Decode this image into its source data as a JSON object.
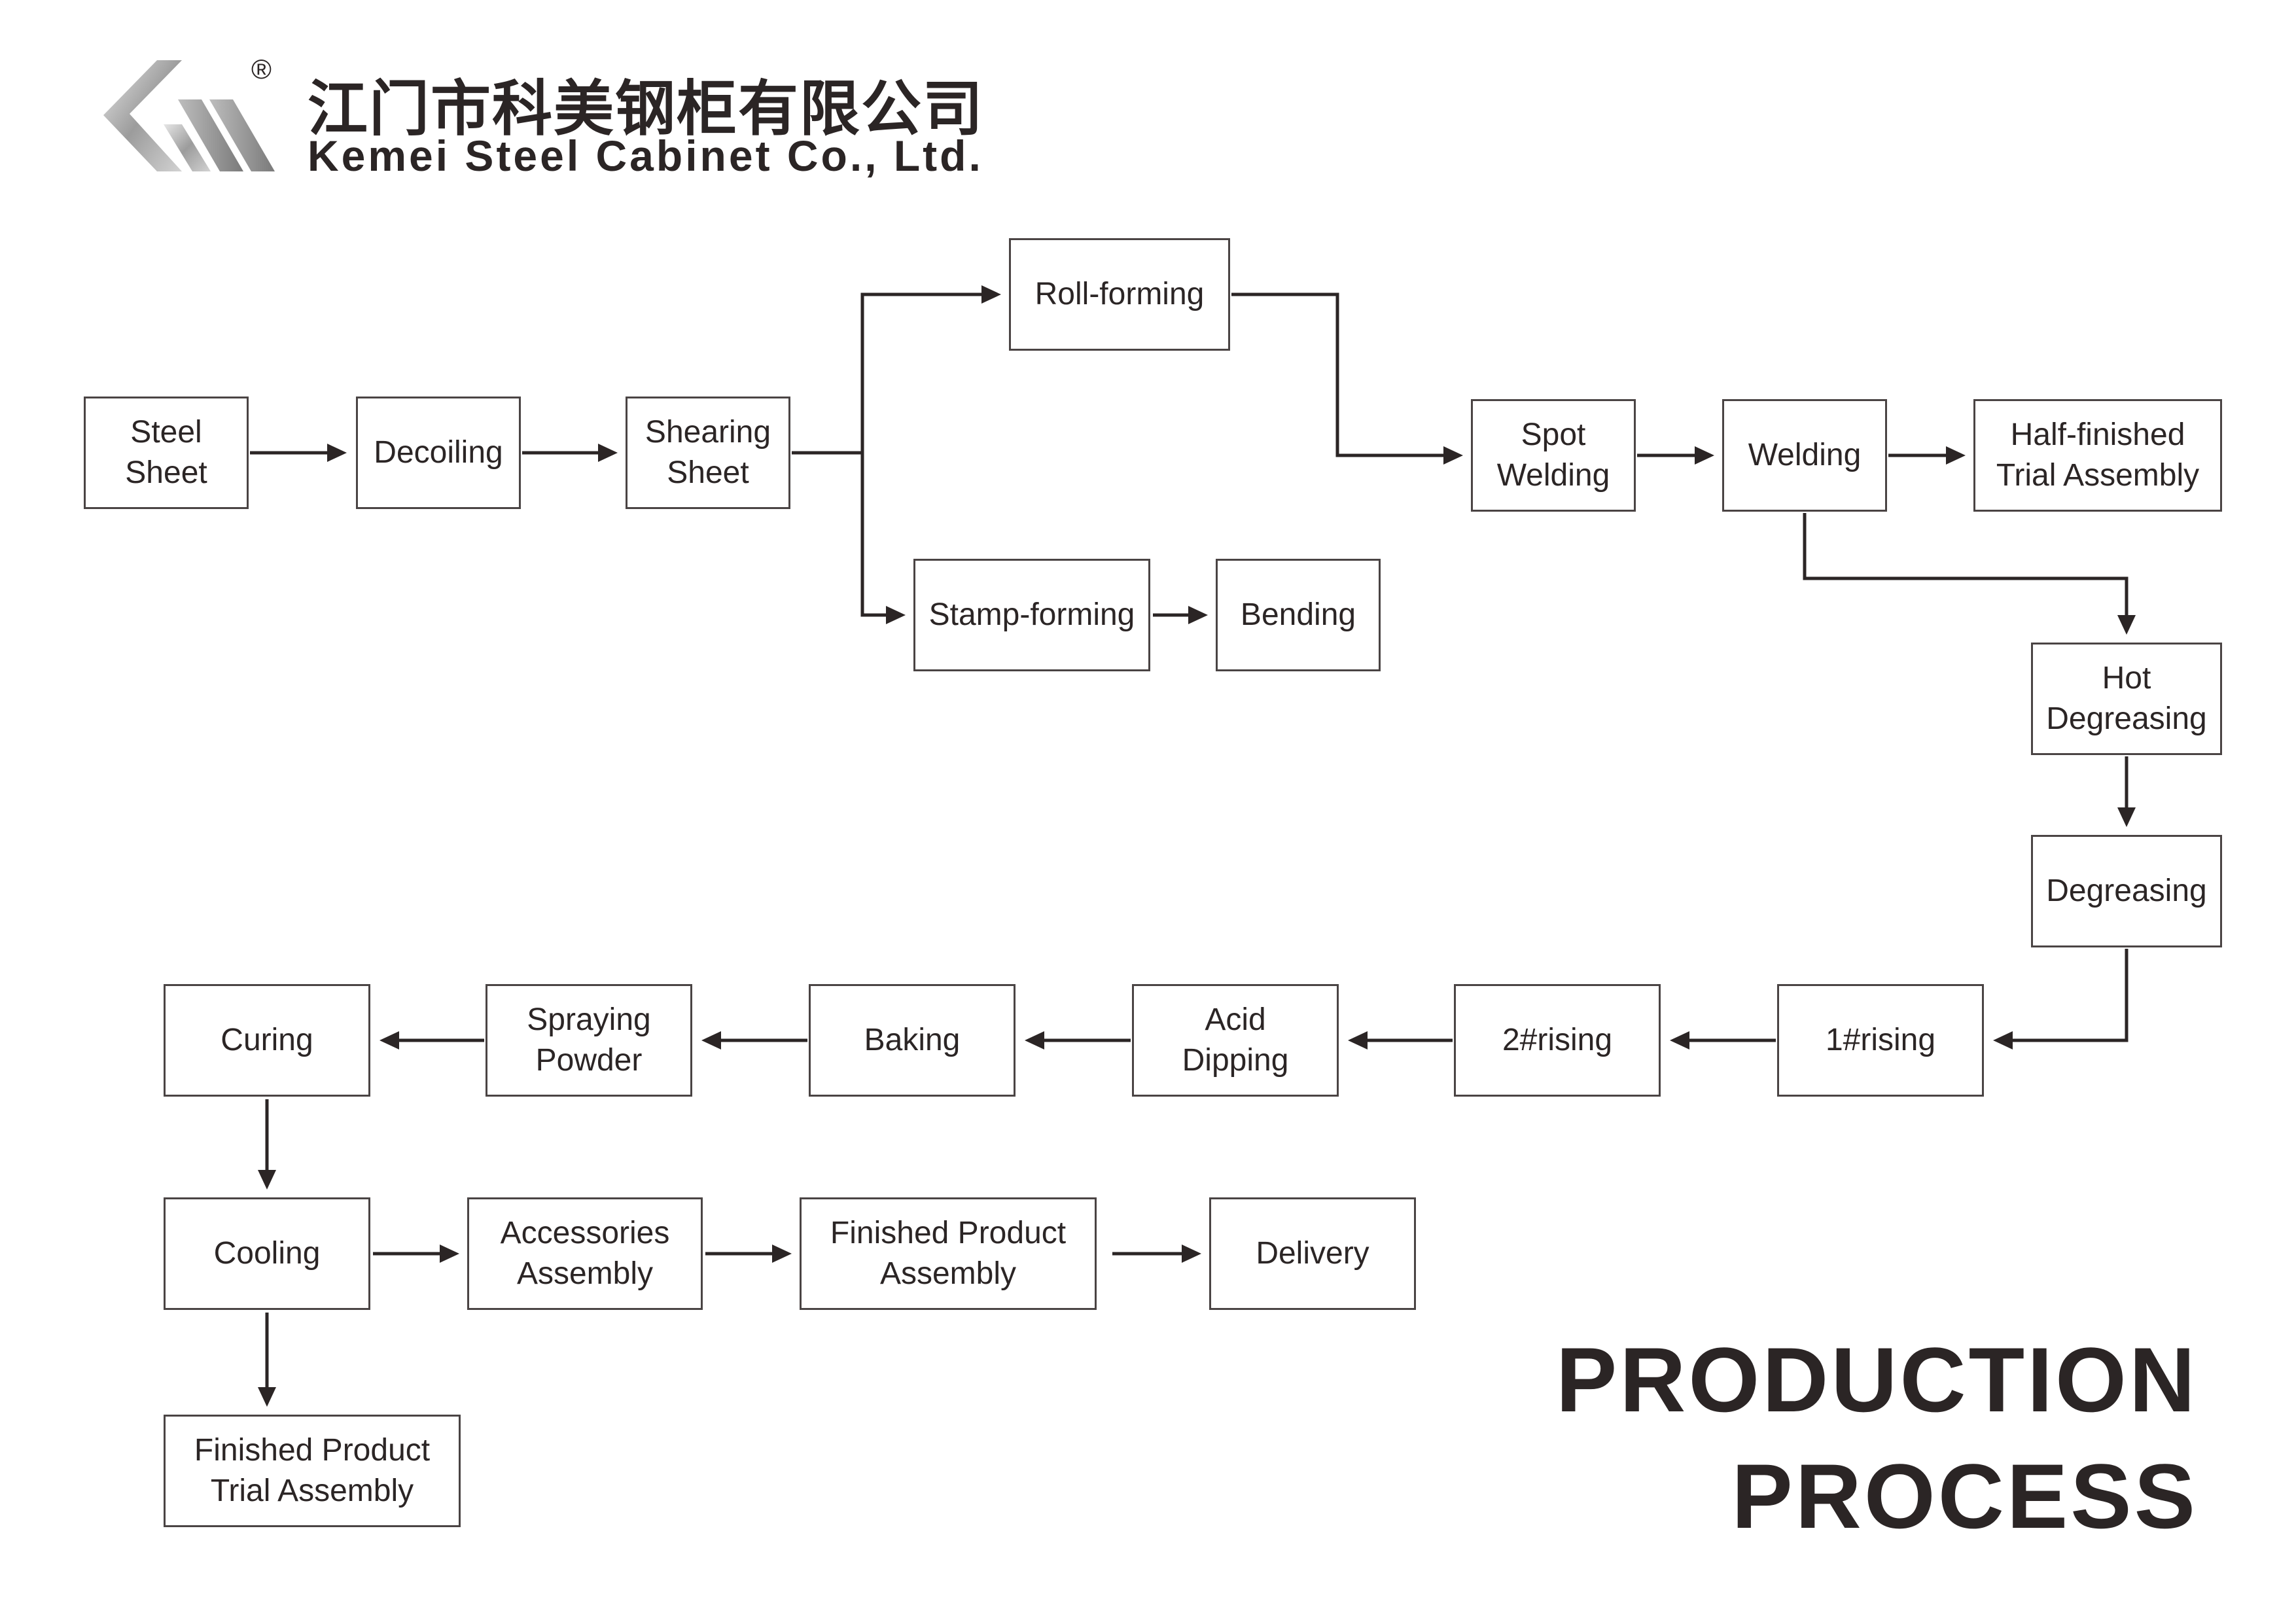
{
  "header": {
    "company_cn": "江门市科美钢柜有限公司",
    "company_en": "Kemei Steel Cabinet Co., Ltd.",
    "registered_mark": "®",
    "logo_icon": "kemei-chevron-logo"
  },
  "title": {
    "line1": "PRODUCTION",
    "line2": "PROCESS"
  },
  "colors": {
    "ink": "#2b2525",
    "border": "#4a4444",
    "background": "#ffffff"
  },
  "nodes": {
    "steel_sheet": "Steel\nSheet",
    "decoiling": "Decoiling",
    "shearing_sheet": "Shearing\nSheet",
    "roll_forming": "Roll-forming",
    "stamp_forming": "Stamp-forming",
    "bending": "Bending",
    "spot_welding": "Spot\nWelding",
    "welding": "Welding",
    "half_finished_trial_assembly": "Half-finished\nTrial Assembly",
    "hot_degreasing": "Hot\nDegreasing",
    "degreasing": "Degreasing",
    "rising_1": "1#rising",
    "rising_2": "2#rising",
    "acid_dipping": "Acid\nDipping",
    "baking": "Baking",
    "spraying_powder": "Spraying\nPowder",
    "curing": "Curing",
    "cooling": "Cooling",
    "accessories_assembly": "Accessories\nAssembly",
    "finished_product_assembly": "Finished Product\nAssembly",
    "delivery": "Delivery",
    "finished_product_trial_assembly": "Finished Product\nTrial Assembly"
  },
  "edges": [
    [
      "steel_sheet",
      "decoiling"
    ],
    [
      "decoiling",
      "shearing_sheet"
    ],
    [
      "shearing_sheet",
      "roll_forming"
    ],
    [
      "shearing_sheet",
      "stamp_forming"
    ],
    [
      "stamp_forming",
      "bending"
    ],
    [
      "roll_forming",
      "spot_welding"
    ],
    [
      "spot_welding",
      "welding"
    ],
    [
      "welding",
      "half_finished_trial_assembly"
    ],
    [
      "welding",
      "hot_degreasing"
    ],
    [
      "hot_degreasing",
      "degreasing"
    ],
    [
      "degreasing",
      "rising_1"
    ],
    [
      "rising_1",
      "rising_2"
    ],
    [
      "rising_2",
      "acid_dipping"
    ],
    [
      "acid_dipping",
      "baking"
    ],
    [
      "baking",
      "spraying_powder"
    ],
    [
      "spraying_powder",
      "curing"
    ],
    [
      "curing",
      "cooling"
    ],
    [
      "cooling",
      "accessories_assembly"
    ],
    [
      "accessories_assembly",
      "finished_product_assembly"
    ],
    [
      "finished_product_assembly",
      "delivery"
    ],
    [
      "cooling",
      "finished_product_trial_assembly"
    ]
  ]
}
